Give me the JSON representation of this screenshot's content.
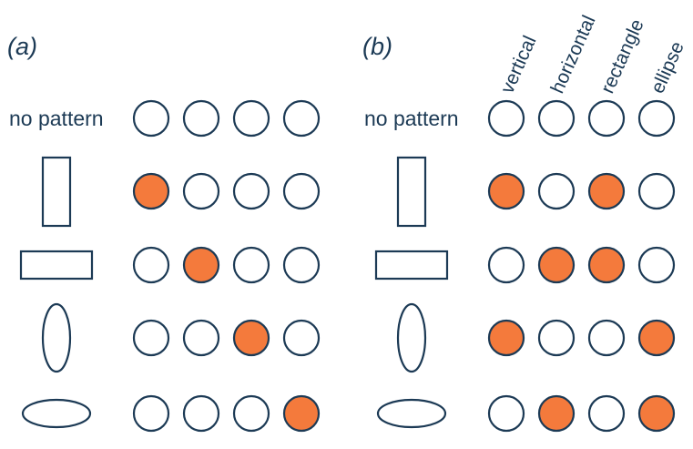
{
  "colors": {
    "active": "#f47a3c",
    "inactive": "#ffffff",
    "stroke": "#1c3a55"
  },
  "column_labels": [
    "vertical",
    "horizontal",
    "rectangle",
    "ellipse"
  ],
  "row_labels": [
    {
      "kind": "text",
      "text": "no pattern"
    },
    {
      "kind": "shape",
      "shape": "vertical-rectangle"
    },
    {
      "kind": "shape",
      "shape": "horizontal-rectangle"
    },
    {
      "kind": "shape",
      "shape": "vertical-ellipse"
    },
    {
      "kind": "shape",
      "shape": "horizontal-ellipse"
    }
  ],
  "panels": [
    {
      "label": "(a)",
      "show_column_labels": false,
      "activations": [
        [
          0,
          0,
          0,
          0
        ],
        [
          1,
          0,
          0,
          0
        ],
        [
          0,
          1,
          0,
          0
        ],
        [
          0,
          0,
          1,
          0
        ],
        [
          0,
          0,
          0,
          1
        ]
      ]
    },
    {
      "label": "(b)",
      "show_column_labels": true,
      "activations": [
        [
          0,
          0,
          0,
          0
        ],
        [
          1,
          0,
          1,
          0
        ],
        [
          0,
          1,
          1,
          0
        ],
        [
          1,
          0,
          0,
          1
        ],
        [
          0,
          1,
          0,
          1
        ]
      ]
    }
  ]
}
